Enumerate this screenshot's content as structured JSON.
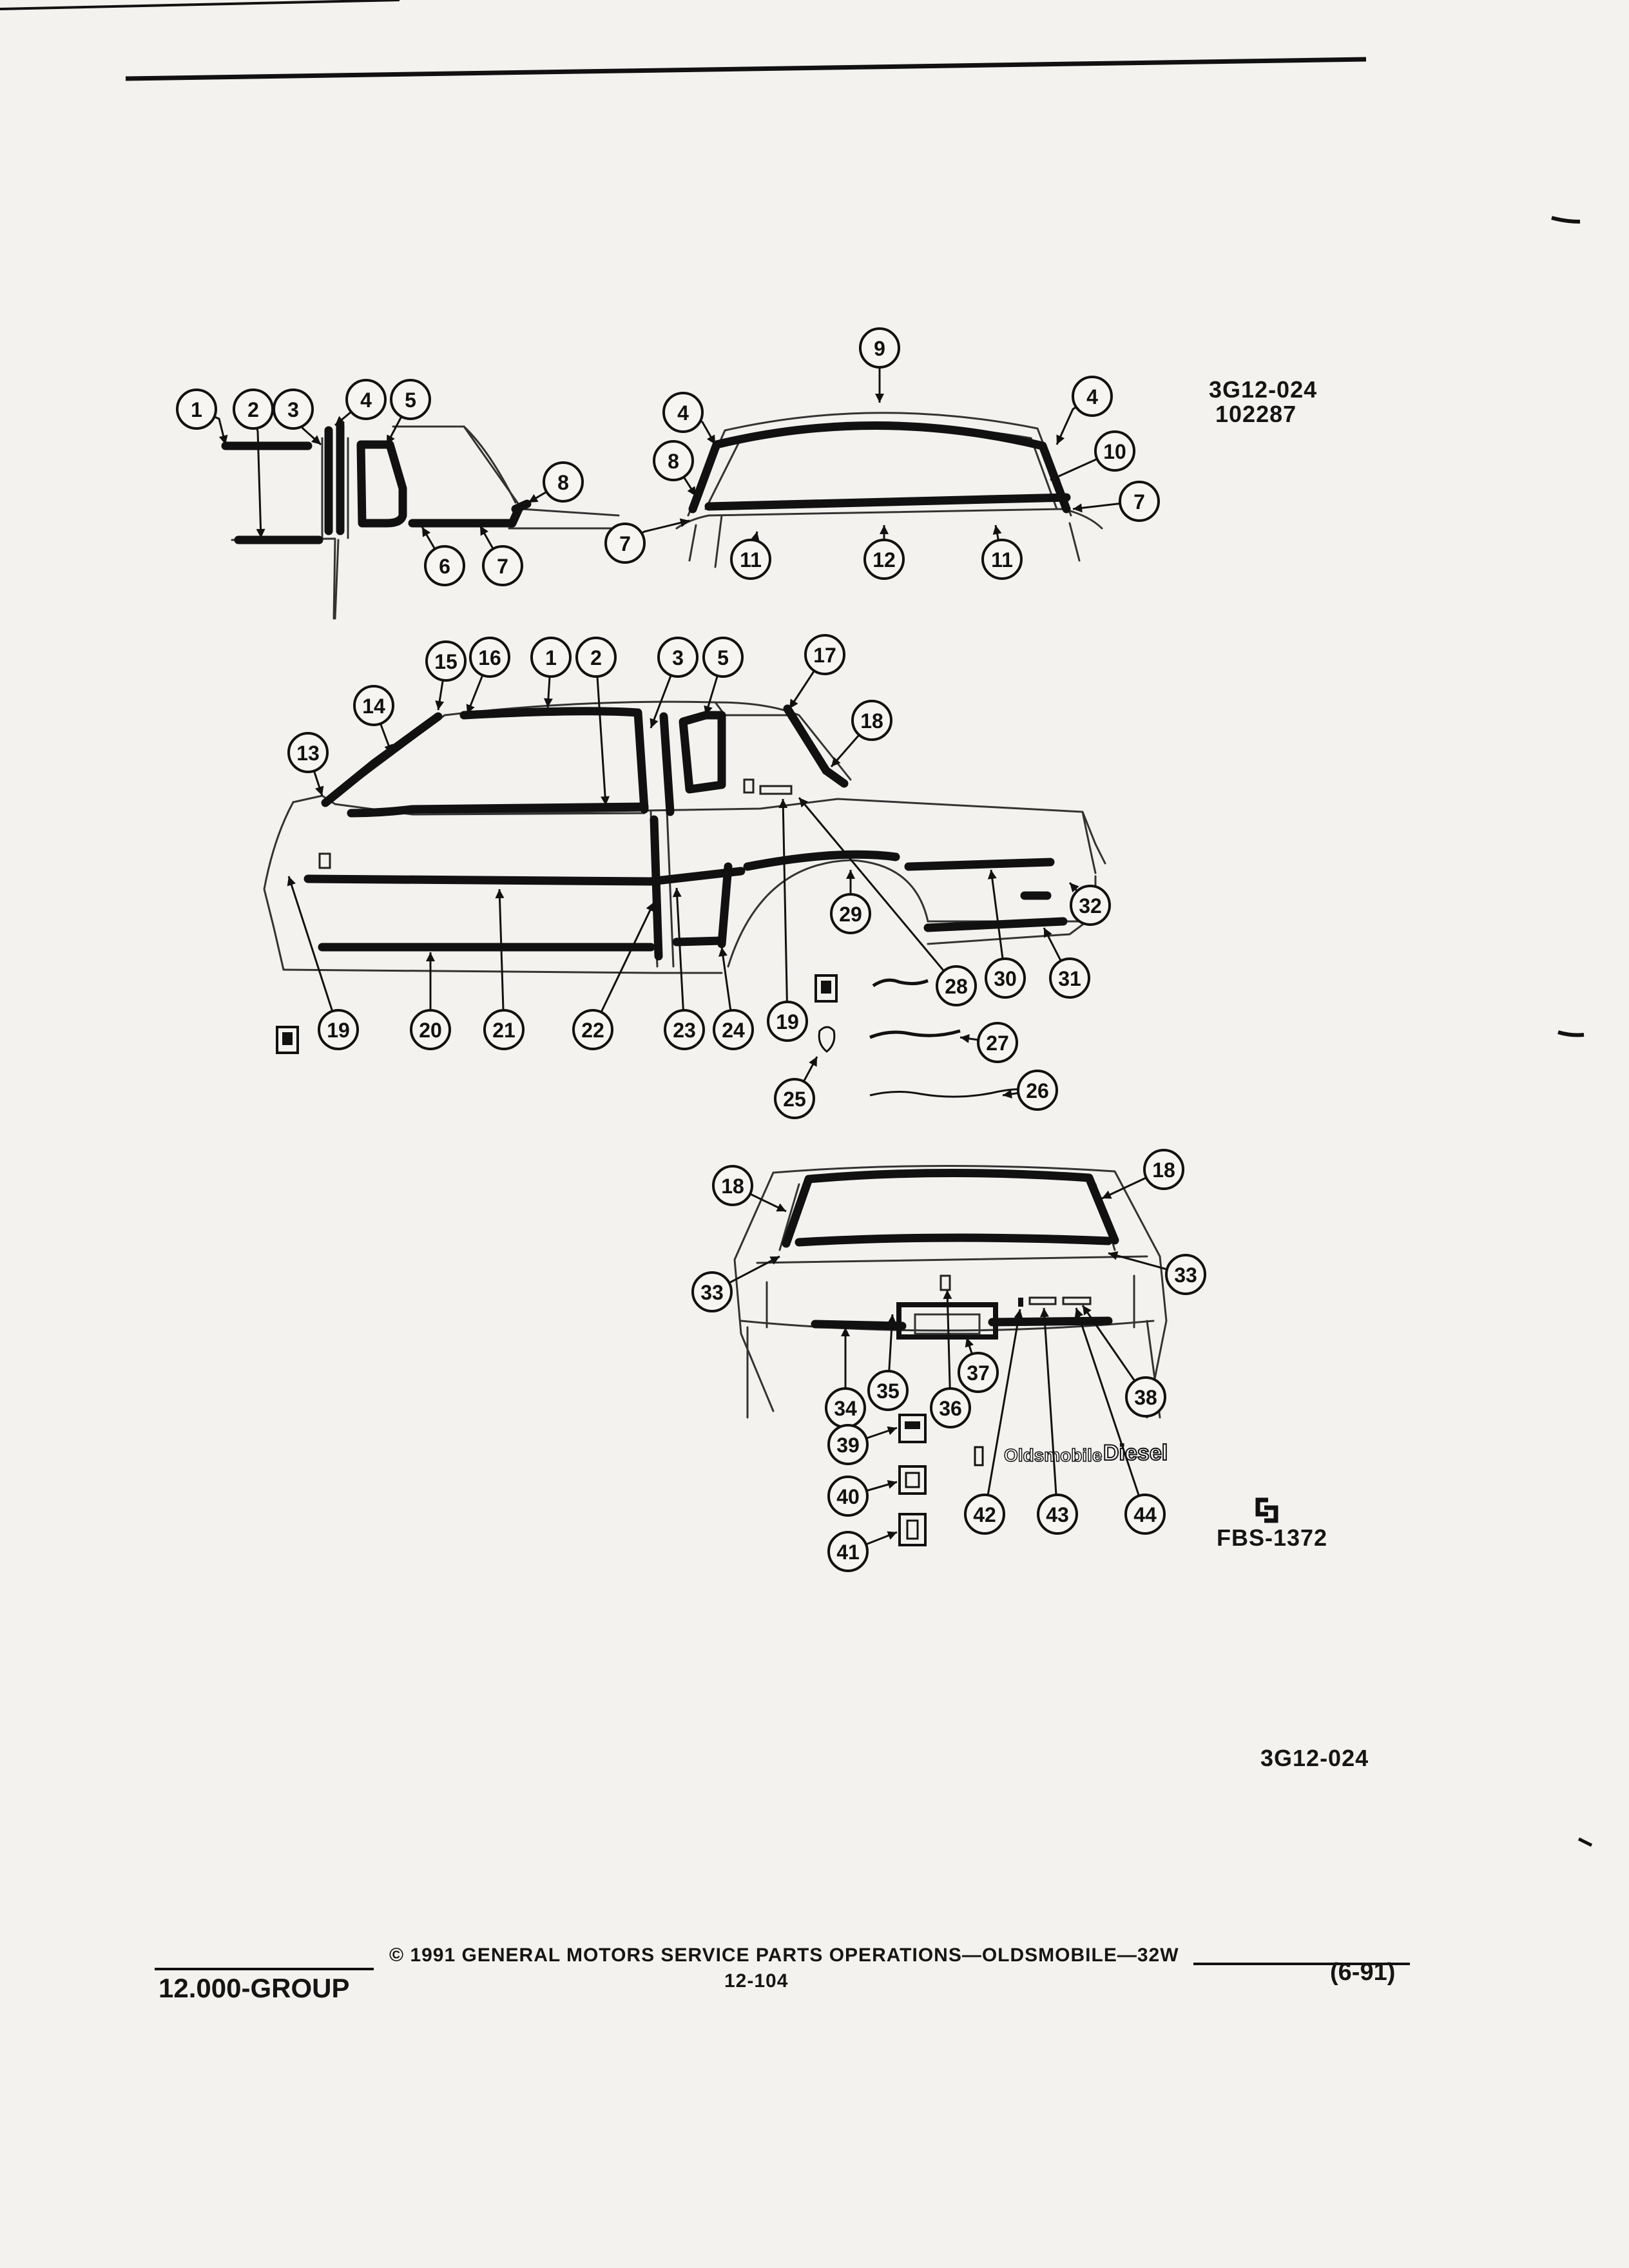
{
  "diagram": {
    "code_top": "3G12-024",
    "code_top_sub": "102287",
    "code_bottom": "3G12-024",
    "fbs_code": "FBS-1372",
    "emblem_wording": [
      "Oldsmobile",
      "Diesel"
    ],
    "callouts_roof_side": [
      "1",
      "2",
      "3",
      "4",
      "5",
      "6",
      "7",
      "8"
    ],
    "callouts_roof_rear": [
      "9",
      "4",
      "4",
      "10",
      "8",
      "7",
      "7",
      "11",
      "12",
      "11"
    ],
    "callouts_side": [
      "13",
      "14",
      "15",
      "16",
      "1",
      "2",
      "3",
      "5",
      "17",
      "18",
      "19",
      "20",
      "21",
      "22",
      "23",
      "24",
      "29",
      "30",
      "31",
      "32",
      "19",
      "28",
      "25",
      "27",
      "26"
    ],
    "callouts_rear": [
      "18",
      "18",
      "33",
      "33",
      "34",
      "35",
      "36",
      "37",
      "38",
      "39",
      "40",
      "41",
      "42",
      "43",
      "44"
    ]
  },
  "footer": {
    "copyright": "© 1991 GENERAL MOTORS SERVICE PARTS OPERATIONS—OLDSMOBILE—32W",
    "group": "12.000-GROUP",
    "page": "12-104",
    "date": "(6-91)"
  }
}
